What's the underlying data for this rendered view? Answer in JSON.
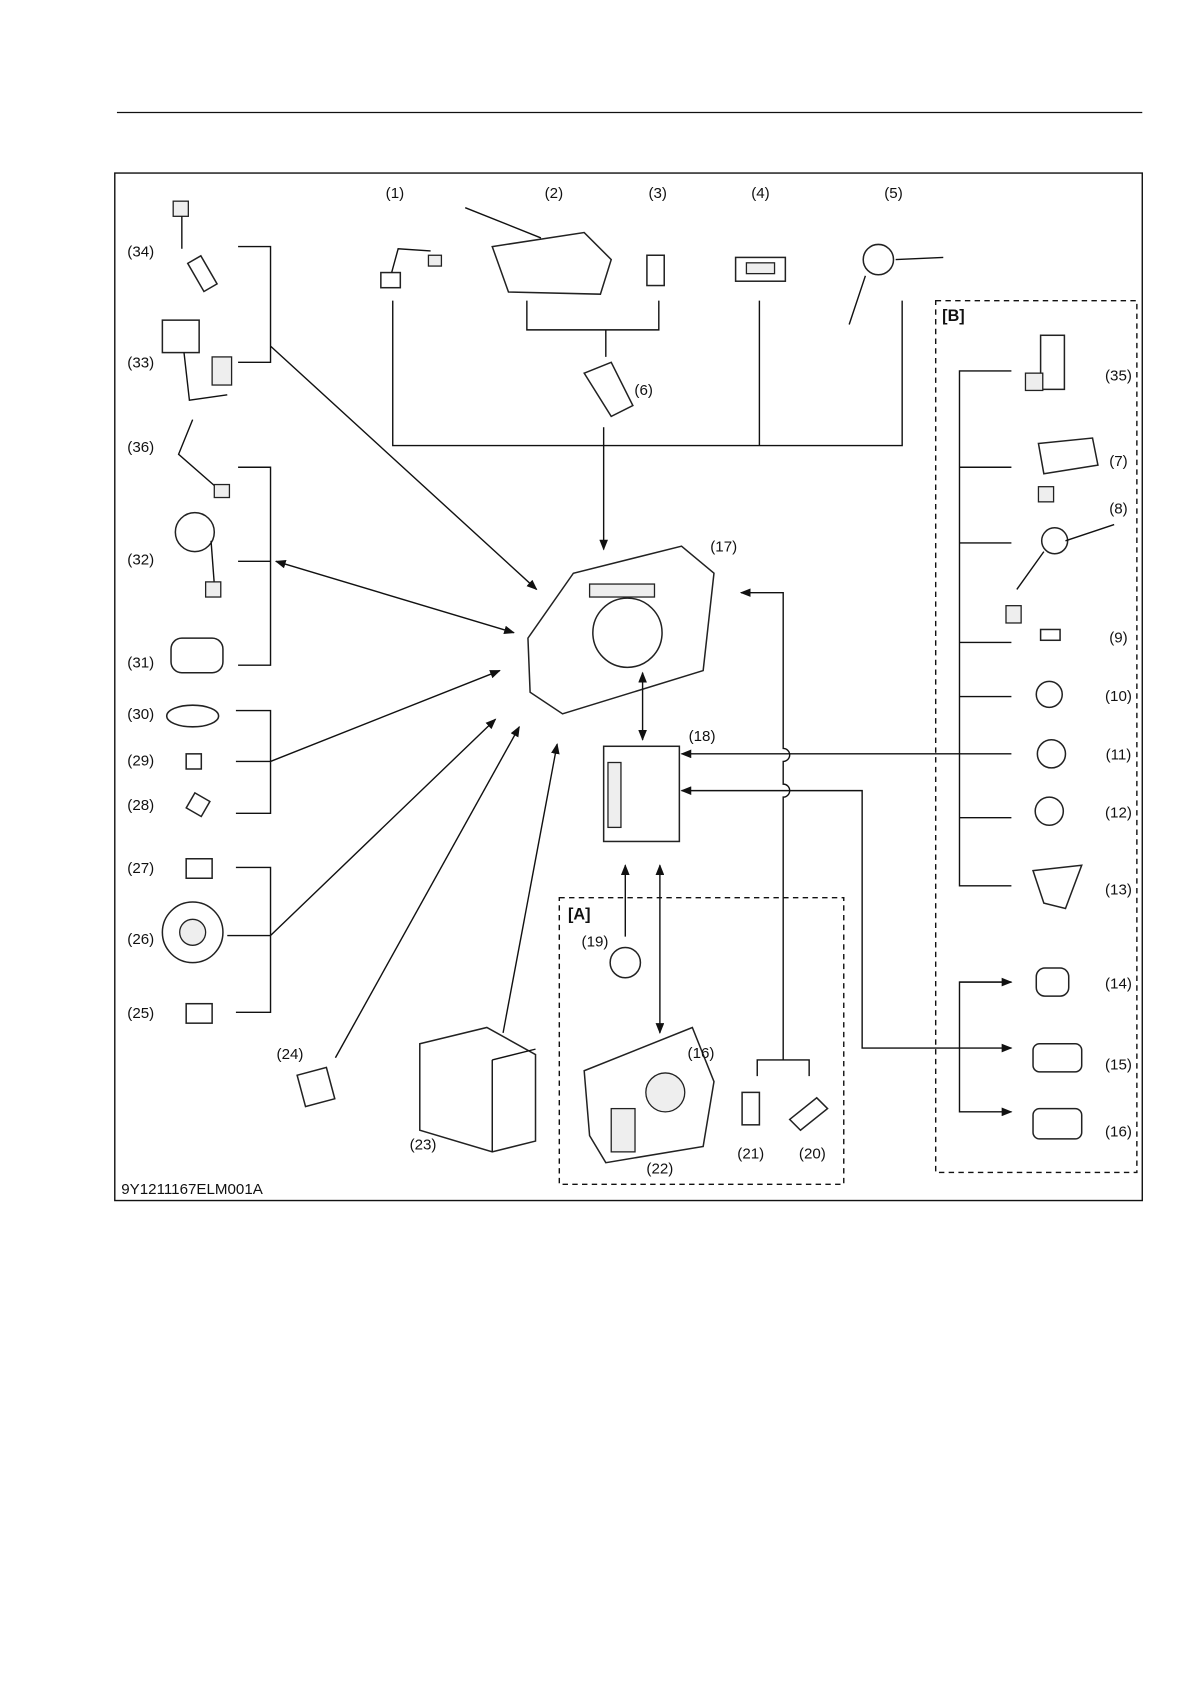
{
  "figure_code": "9Y1211167ELM001A",
  "groups": {
    "a": "[A]",
    "b": "[B]"
  },
  "labels": {
    "1": "(1)",
    "2": "(2)",
    "3": "(3)",
    "4": "(4)",
    "5": "(5)",
    "6": "(6)",
    "7": "(7)",
    "8": "(8)",
    "9": "(9)",
    "10": "(10)",
    "11": "(11)",
    "12": "(12)",
    "13": "(13)",
    "14": "(14)",
    "15": "(15)",
    "16": "(16)",
    "16b": "(16)",
    "17": "(17)",
    "18": "(18)",
    "19": "(19)",
    "20": "(20)",
    "21": "(21)",
    "22": "(22)",
    "23": "(23)",
    "24": "(24)",
    "25": "(25)",
    "26": "(26)",
    "27": "(27)",
    "28": "(28)",
    "29": "(29)",
    "30": "(30)",
    "31": "(31)",
    "32": "(32)",
    "33": "(33)",
    "34": "(34)",
    "35": "(35)",
    "36": "(36)"
  }
}
